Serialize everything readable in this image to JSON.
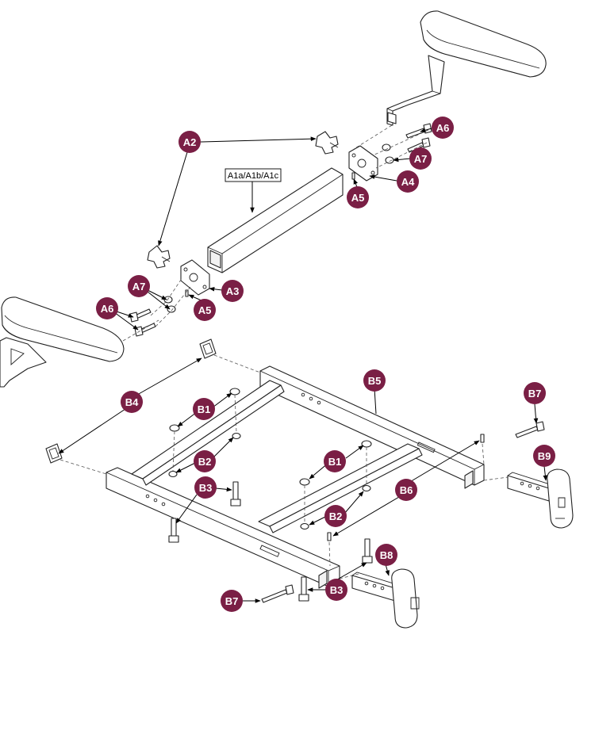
{
  "colors": {
    "callout_fill": "#7a1f45",
    "callout_text": "#ffffff",
    "line": "#222222"
  },
  "part_label_box": "A1a/A1b/A1c",
  "callouts": {
    "a2": "A2",
    "a3": "A3",
    "a4": "A4",
    "a5_top": "A5",
    "a5_bottom": "A5",
    "a6_top": "A6",
    "a6_bottom": "A6",
    "a7_top": "A7",
    "a7_bottom": "A7",
    "b1_left": "B1",
    "b1_right": "B1",
    "b2_left": "B2",
    "b2_right": "B2",
    "b3_left": "B3",
    "b3_bottom": "B3",
    "b4": "B4",
    "b5": "B5",
    "b6": "B6",
    "b7_top": "B7",
    "b7_bottom": "B7",
    "b8": "B8",
    "b9": "B9"
  }
}
